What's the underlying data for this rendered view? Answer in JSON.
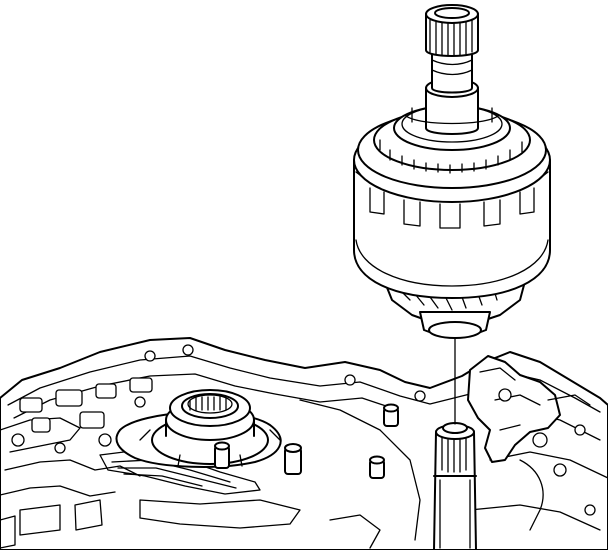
{
  "figure": {
    "background": "#ffffff",
    "line_color": "#000000",
    "parts": [
      "clutch-drum-assembly",
      "input-shaft",
      "transmission-case",
      "output-shaft-stub"
    ]
  }
}
